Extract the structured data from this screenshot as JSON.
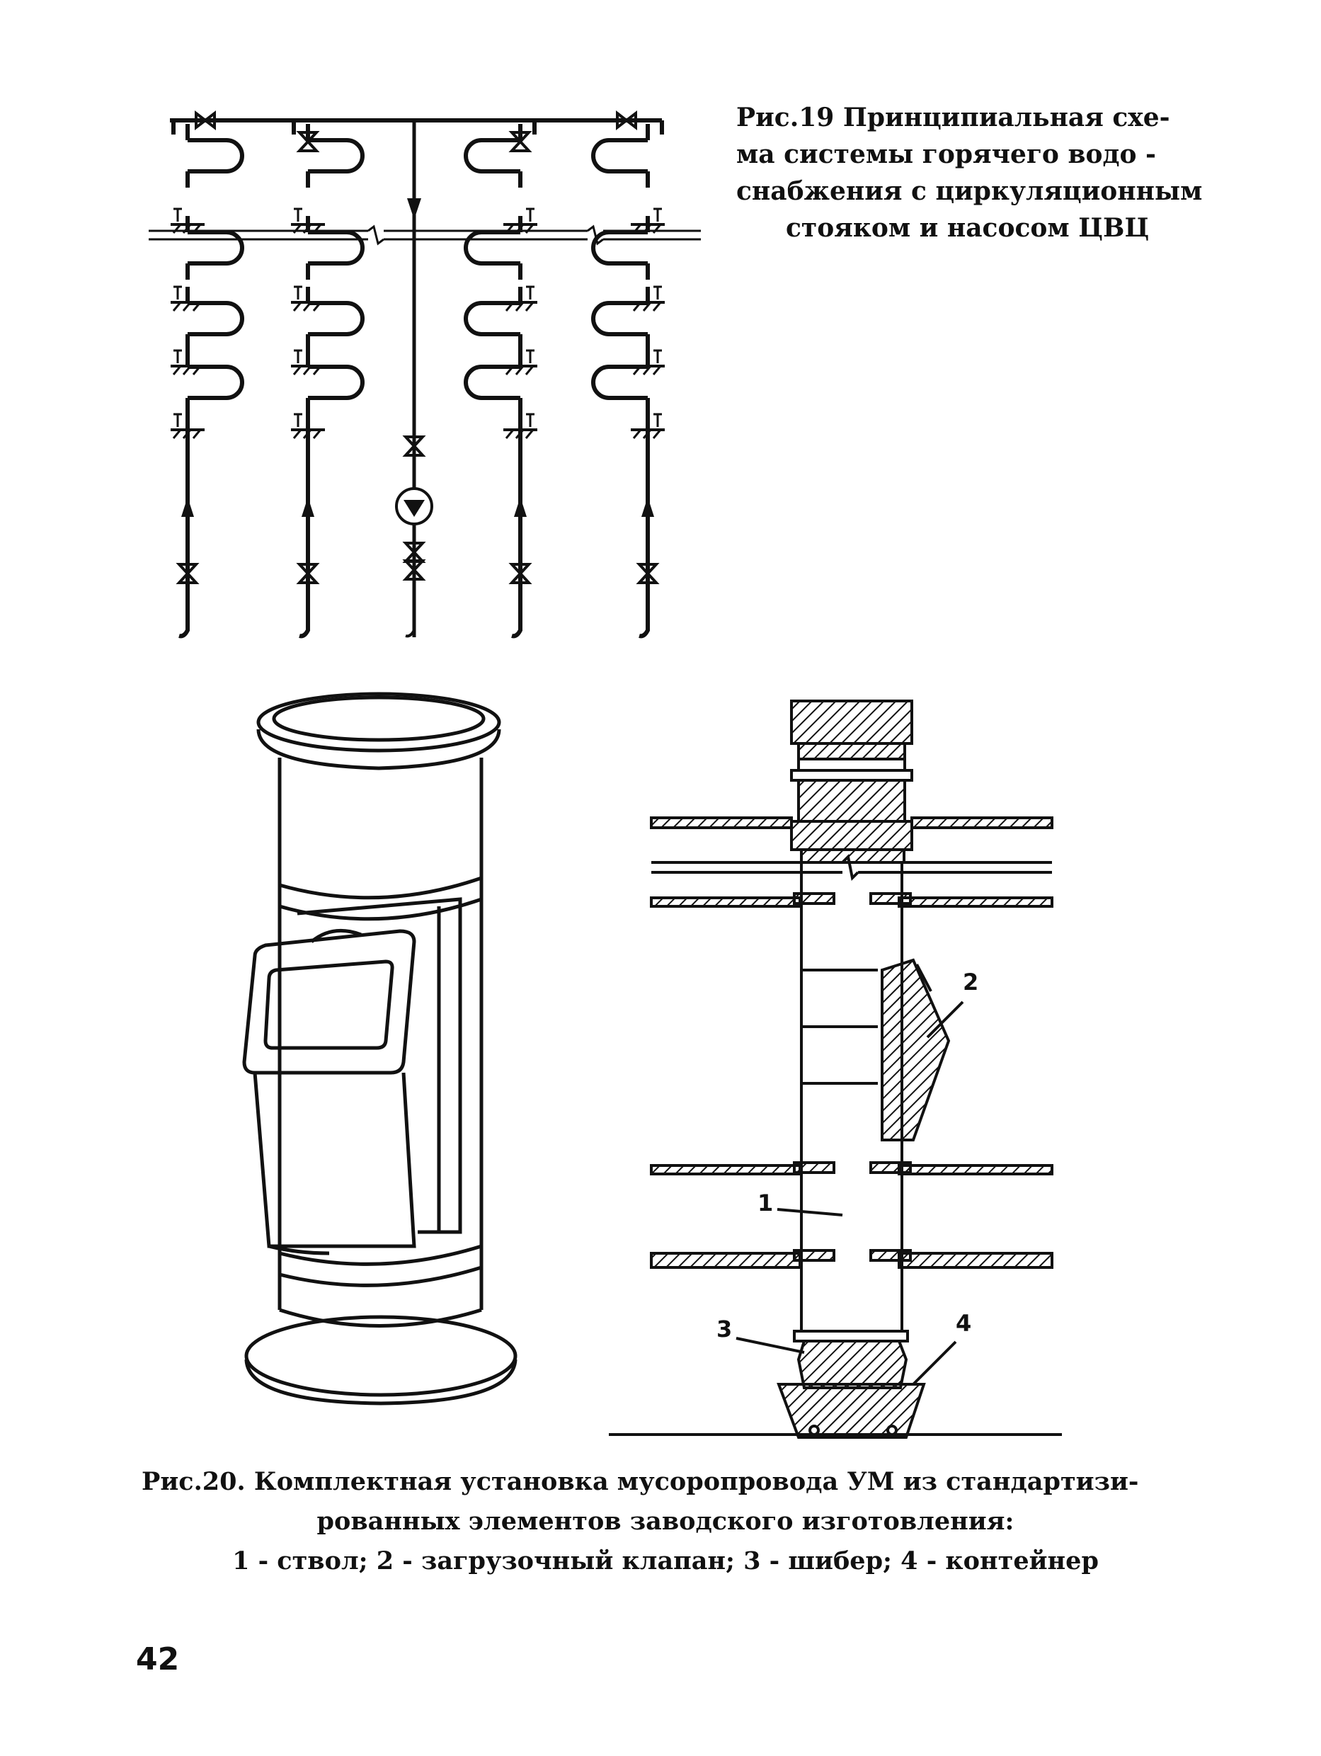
{
  "figure19": {
    "caption_lines": [
      "Рис.19 Принципиальная схе-",
      "ма системы горячего водо -",
      "снабжения с циркуляционным",
      "стояком и насосом ЦВЦ"
    ]
  },
  "figure20": {
    "caption_lines": [
      "Рис.20. Комплектная установка мусоропровода УМ из стандартизи-",
      "рованных элементов заводского изготовления:",
      "1 - ствол; 2 - загрузочный клапан; 3 - шибер; 4 - контейнер"
    ],
    "callouts": [
      "1",
      "2",
      "3",
      "4"
    ]
  },
  "page_number": "42"
}
